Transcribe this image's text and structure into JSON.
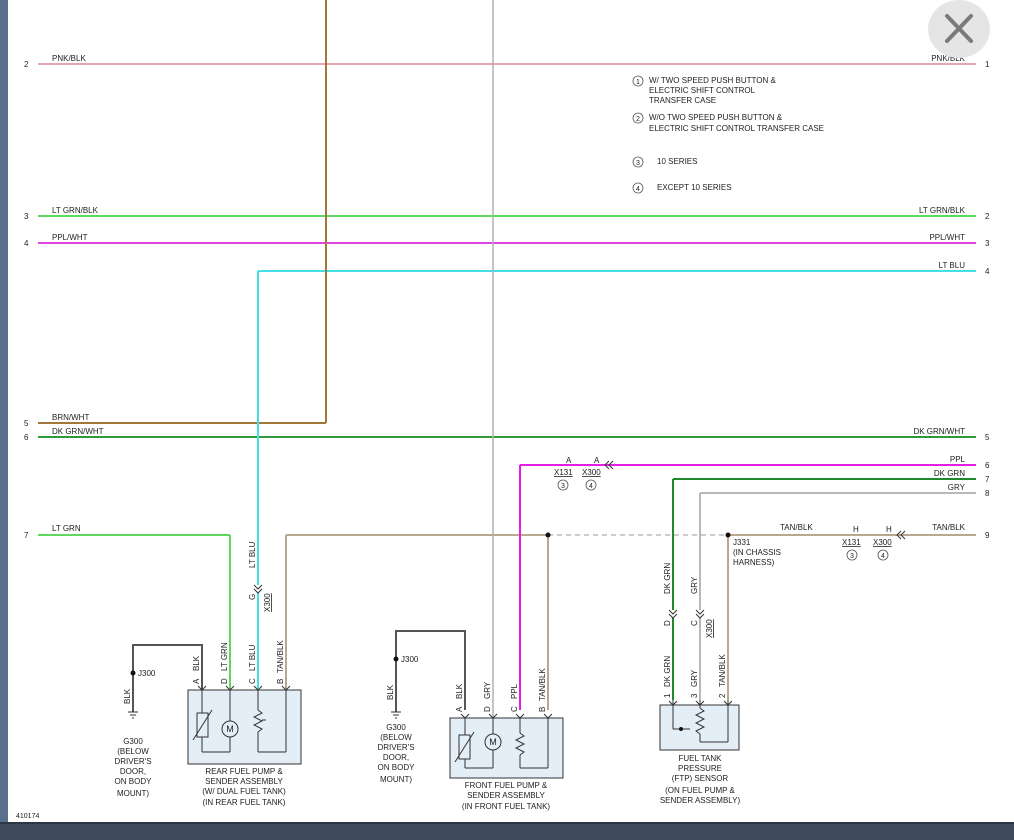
{
  "close_label": "close",
  "close_icon": "x-close-icon",
  "drawing_id": "410174",
  "notes": [
    {
      "num": "1",
      "lines": [
        "W/ TWO SPEED PUSH BUTTON &",
        "ELECTRIC SHIFT CONTROL",
        "TRANSFER CASE"
      ]
    },
    {
      "num": "2",
      "lines": [
        "W/O TWO SPEED PUSH BUTTON &",
        "ELECTRIC SHIFT CONTROL TRANSFER CASE"
      ]
    },
    {
      "num": "3",
      "lines": [
        "10 SERIES"
      ]
    },
    {
      "num": "4",
      "lines": [
        "EXCEPT 10 SERIES"
      ]
    }
  ],
  "wires": {
    "pnk_blk": {
      "label": "PNK/BLK",
      "color": "#e8a5b0",
      "left_pin": "2",
      "right_pin": "1"
    },
    "lt_grn_blk": {
      "label": "LT GRN/BLK",
      "color": "#5ed85e",
      "left_pin": "3",
      "right_pin": "2"
    },
    "ppl_wht": {
      "label": "PPL/WHT",
      "color": "#e044e0",
      "left_pin": "4",
      "right_pin": "3"
    },
    "lt_blu": {
      "label": "LT BLU",
      "color": "#45e0e6",
      "right_pin": "4"
    },
    "brn_wht": {
      "label": "BRN/WHT",
      "color": "#a07838",
      "left_pin": "5"
    },
    "dk_grn_wht": {
      "label": "DK GRN/WHT",
      "color": "#2f9a3c",
      "left_pin": "6",
      "right_pin": "5"
    },
    "ppl": {
      "label": "PPL",
      "color": "#e41ee4",
      "right_pin": "6"
    },
    "dk_grn": {
      "label": "DK GRN",
      "color": "#1f8a2a",
      "right_pin": "7"
    },
    "gry": {
      "label": "GRY",
      "color": "#b8b8b8",
      "right_pin": "8"
    },
    "tan_blk": {
      "label": "TAN/BLK",
      "color": "#b8a88e",
      "right_pin": "9"
    },
    "lt_grn": {
      "label": "LT GRN",
      "color": "#5ed85e",
      "left_pin": "7"
    },
    "blk": {
      "label": "BLK",
      "color": "#555555"
    }
  },
  "connectors": {
    "x131": "X131",
    "x300": "X300",
    "j331": [
      "J331",
      "(IN CHASSIS",
      "HARNESS)"
    ],
    "j300": "J300",
    "pin_a": "A",
    "pin_h": "H",
    "pin_g": "G",
    "pin_d": "D",
    "pin_c": "C",
    "pin_b": "B",
    "pin_1": "1",
    "pin_2": "2",
    "pin_3": "3",
    "note3": "3",
    "note4": "4"
  },
  "grounds": [
    {
      "id": "g300_rear",
      "lines": [
        "G300",
        "(BELOW",
        "DRIVER'S",
        "DOOR,",
        "ON BODY",
        "MOUNT)"
      ]
    },
    {
      "id": "g300_front",
      "lines": [
        "G300",
        "(BELOW",
        "DRIVER'S",
        "DOOR,",
        "ON BODY",
        "MOUNT)"
      ]
    }
  ],
  "components": {
    "rear_pump": [
      "REAR FUEL PUMP &",
      "SENDER ASSEMBLY",
      "(W/ DUAL FUEL TANK)",
      "(IN REAR FUEL TANK)"
    ],
    "front_pump": [
      "FRONT FUEL PUMP &",
      "SENDER ASSEMBLY",
      "(IN FRONT FUEL TANK)"
    ],
    "ftp_sensor": [
      "FUEL TANK",
      "PRESSURE",
      "(FTP) SENSOR",
      "(ON FUEL PUMP &",
      "SENDER ASSEMBLY)"
    ],
    "motor_symbol": "M"
  },
  "colors": {
    "background": "#ffffff",
    "frame": "#5a6f8d",
    "box_fill": "#e4eef7"
  }
}
